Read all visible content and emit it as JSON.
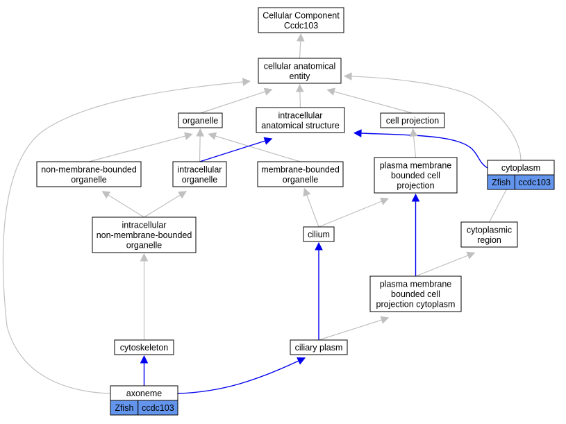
{
  "nodes": {
    "root": {
      "lines": [
        "Cellular Component",
        "Ccdc103"
      ]
    },
    "cae": {
      "lines": [
        "cellular anatomical",
        "entity"
      ]
    },
    "organelle": {
      "lines": [
        "organelle"
      ]
    },
    "ias": {
      "lines": [
        "intracellular",
        "anatomical structure"
      ]
    },
    "cellproj": {
      "lines": [
        "cell projection"
      ]
    },
    "nmbo": {
      "lines": [
        "non-membrane-bounded",
        "organelle"
      ]
    },
    "io": {
      "lines": [
        "intracellular",
        "organelle"
      ]
    },
    "mbo": {
      "lines": [
        "membrane-bounded",
        "organelle"
      ]
    },
    "pmbcp": {
      "lines": [
        "plasma membrane",
        "bounded cell",
        "projection"
      ]
    },
    "cytoplasm": {
      "lines": [
        "cytoplasm"
      ],
      "tags": [
        "Zfish",
        "ccdc103"
      ]
    },
    "inmbo": {
      "lines": [
        "intracellular",
        "non-membrane-bounded",
        "organelle"
      ]
    },
    "cilium": {
      "lines": [
        "cilium"
      ]
    },
    "cytoregion": {
      "lines": [
        "cytoplasmic",
        "region"
      ]
    },
    "pmbcpc": {
      "lines": [
        "plasma membrane",
        "bounded cell",
        "projection cytoplasm"
      ]
    },
    "cytoskeleton": {
      "lines": [
        "cytoskeleton"
      ]
    },
    "ciliaryplasm": {
      "lines": [
        "ciliary plasm"
      ]
    },
    "axoneme": {
      "lines": [
        "axoneme"
      ],
      "tags": [
        "Zfish",
        "ccdc103"
      ]
    }
  },
  "edges": [
    {
      "from": "cae",
      "to": "root",
      "color": "gray"
    },
    {
      "from": "organelle",
      "to": "cae",
      "color": "gray"
    },
    {
      "from": "ias",
      "to": "cae",
      "color": "gray"
    },
    {
      "from": "cellproj",
      "to": "cae",
      "color": "gray"
    },
    {
      "from": "cytoplasm",
      "to": "cae",
      "color": "gray"
    },
    {
      "from": "axoneme",
      "to": "cae",
      "color": "gray"
    },
    {
      "from": "nmbo",
      "to": "organelle",
      "color": "gray"
    },
    {
      "from": "io",
      "to": "organelle",
      "color": "gray"
    },
    {
      "from": "mbo",
      "to": "organelle",
      "color": "gray"
    },
    {
      "from": "io",
      "to": "ias",
      "color": "blue"
    },
    {
      "from": "cytoplasm",
      "to": "ias",
      "color": "blue"
    },
    {
      "from": "pmbcp",
      "to": "cellproj",
      "color": "gray"
    },
    {
      "from": "inmbo",
      "to": "nmbo",
      "color": "gray"
    },
    {
      "from": "inmbo",
      "to": "io",
      "color": "gray"
    },
    {
      "from": "cilium",
      "to": "mbo",
      "color": "gray"
    },
    {
      "from": "cilium",
      "to": "pmbcp",
      "color": "gray"
    },
    {
      "from": "pmbcpc",
      "to": "pmbcp",
      "color": "blue"
    },
    {
      "from": "cytoregion",
      "to": "cytoplasm",
      "color": "gray"
    },
    {
      "from": "cytoskeleton",
      "to": "inmbo",
      "color": "gray"
    },
    {
      "from": "ciliaryplasm",
      "to": "cilium",
      "color": "blue"
    },
    {
      "from": "pmbcpc",
      "to": "cytoregion",
      "color": "gray"
    },
    {
      "from": "ciliaryplasm",
      "to": "pmbcpc",
      "color": "gray"
    },
    {
      "from": "axoneme",
      "to": "cytoskeleton",
      "color": "blue"
    },
    {
      "from": "axoneme",
      "to": "ciliaryplasm",
      "color": "blue"
    }
  ],
  "colors": {
    "gray_edge": "#c0c0c0",
    "blue_edge": "#0000ee",
    "tag_fill": "#6495ed"
  }
}
